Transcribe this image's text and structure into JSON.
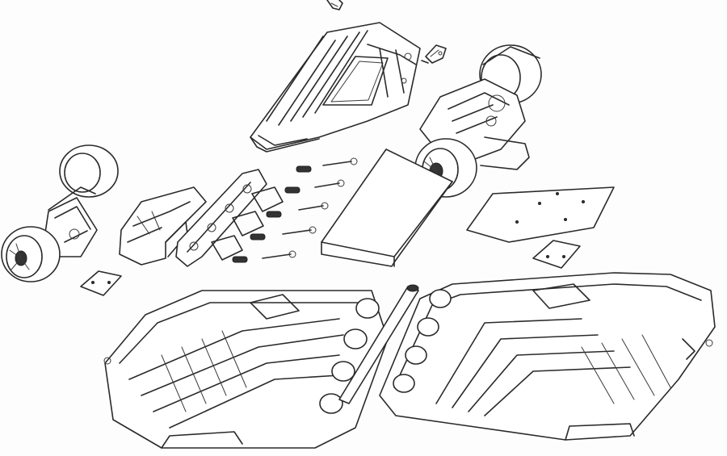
{
  "figure": {
    "background": "#fdfdfd",
    "line_color": "#2a2a2a",
    "parts": [
      "top-fastener",
      "battery-cover",
      "motor-clip",
      "rear-truck-motor-assembly",
      "front-truck-wheel-assembly",
      "truck-mount-bracket",
      "spring-rail",
      "springs-and-pins",
      "battery-pack",
      "mounting-plate-large",
      "mounting-plate-small",
      "gasket-left",
      "deck-left-half",
      "deck-right-half",
      "hinge-rod"
    ]
  }
}
